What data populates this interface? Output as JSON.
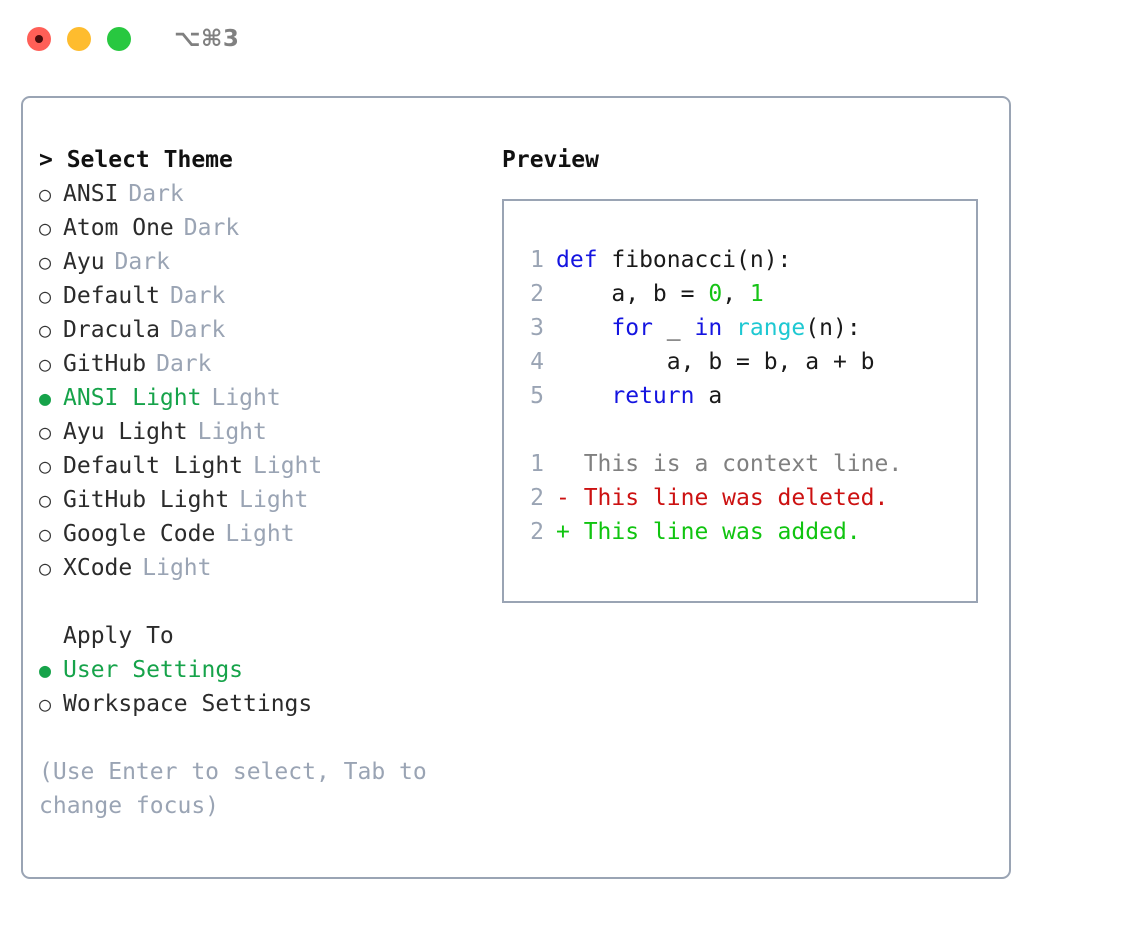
{
  "titlebar": {
    "traffic_lights": [
      "close",
      "minimize",
      "maximize"
    ],
    "shortcut_label": "⌥⌘3",
    "colors": {
      "close": "#ff5f57",
      "minimize": "#febc2e",
      "maximize": "#28c840"
    }
  },
  "theme_panel": {
    "header": "> Select Theme",
    "items": [
      {
        "marker": "○",
        "name": "ANSI",
        "suffix": "Dark",
        "selected": false
      },
      {
        "marker": "○",
        "name": "Atom One",
        "suffix": "Dark",
        "selected": false
      },
      {
        "marker": "○",
        "name": "Ayu",
        "suffix": "Dark",
        "selected": false
      },
      {
        "marker": "○",
        "name": "Default",
        "suffix": "Dark",
        "selected": false
      },
      {
        "marker": "○",
        "name": "Dracula",
        "suffix": "Dark",
        "selected": false
      },
      {
        "marker": "○",
        "name": "GitHub",
        "suffix": "Dark",
        "selected": false
      },
      {
        "marker": "●",
        "name": "ANSI Light",
        "suffix": "Light",
        "selected": true
      },
      {
        "marker": "○",
        "name": "Ayu Light",
        "suffix": "Light",
        "selected": false
      },
      {
        "marker": "○",
        "name": "Default Light",
        "suffix": "Light",
        "selected": false
      },
      {
        "marker": "○",
        "name": "GitHub Light",
        "suffix": "Light",
        "selected": false
      },
      {
        "marker": "○",
        "name": "Google Code",
        "suffix": "Light",
        "selected": false
      },
      {
        "marker": "○",
        "name": "XCode",
        "suffix": "Light",
        "selected": false
      }
    ],
    "apply_to": {
      "label": "Apply To",
      "options": [
        {
          "marker": "●",
          "name": "User Settings",
          "selected": true
        },
        {
          "marker": "○",
          "name": "Workspace Settings",
          "selected": false
        }
      ]
    },
    "hint": "(Use Enter to select, Tab to change focus)",
    "selected_color": "#16a34a",
    "muted_color": "#9aa4b4"
  },
  "preview": {
    "title": "Preview",
    "code_lines": [
      {
        "ln": "1",
        "tokens": [
          {
            "t": "def",
            "c": "kw"
          },
          {
            "t": " fibonacci(n):",
            "c": ""
          }
        ]
      },
      {
        "ln": "2",
        "tokens": [
          {
            "t": "    a, b = ",
            "c": ""
          },
          {
            "t": "0",
            "c": "num"
          },
          {
            "t": ", ",
            "c": ""
          },
          {
            "t": "1",
            "c": "num"
          }
        ]
      },
      {
        "ln": "3",
        "tokens": [
          {
            "t": "    ",
            "c": ""
          },
          {
            "t": "for",
            "c": "kw"
          },
          {
            "t": " _ ",
            "c": ""
          },
          {
            "t": "in",
            "c": "kw"
          },
          {
            "t": " ",
            "c": ""
          },
          {
            "t": "range",
            "c": "bi"
          },
          {
            "t": "(n):",
            "c": ""
          }
        ]
      },
      {
        "ln": "4",
        "tokens": [
          {
            "t": "        a, b = b, a + b",
            "c": ""
          }
        ]
      },
      {
        "ln": "5",
        "tokens": [
          {
            "t": "    ",
            "c": ""
          },
          {
            "t": "return",
            "c": "kw"
          },
          {
            "t": " a",
            "c": ""
          }
        ]
      }
    ],
    "diff_lines": [
      {
        "ln": "1",
        "text": "  This is a context line.",
        "kind": "diff-ctx"
      },
      {
        "ln": "2",
        "text": "- This line was deleted.",
        "kind": "diff-del"
      },
      {
        "ln": "2",
        "text": "+ This line was added.",
        "kind": "diff-add"
      }
    ],
    "colors": {
      "keyword": "#1414e0",
      "builtin": "#1ec8d2",
      "number": "#16c316",
      "diff_context": "#808080",
      "diff_deleted": "#cc1111",
      "diff_added": "#10c410",
      "line_number": "#9aa4b4",
      "border": "#9aa4b4"
    }
  }
}
